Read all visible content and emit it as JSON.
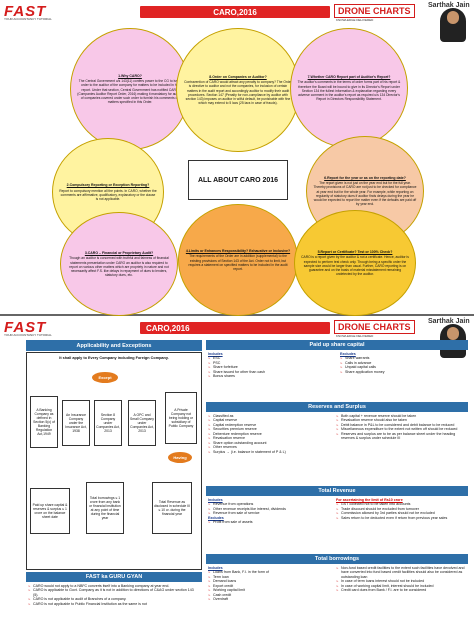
{
  "header": {
    "brand": "FAST",
    "brand_tagline": "YOUR ACCOUNTANCY TUTORIAL",
    "title_top": "CARO,2016",
    "title_bottom": "CARO,2016",
    "drone_logo": "DRONE CHARTS",
    "drone_tagline": "KNOWLEDGE DELIVERED",
    "author": "Sarthak Jain"
  },
  "mindmap": {
    "center": "ALL ABOUT CARO 2016",
    "c1": {
      "title": "1.Why CARO?",
      "body": "The Central Government u/s 143(11) confers power to the CG to issue order to the auditor of the company for matters to be included in his report. Under that section, Central Government has notified CARO (Companies Auditor Report Order, 2016) making it mandatory for auditor of companies covered under such order to furnish his comments on matters specified in this Order."
    },
    "c2": {
      "title": "2.Compulsory Reporting or Exception Reporting?",
      "body": "Report to compulsory mention all the points. In CARO, whether the comments are affirmative, qualificatory, explanatory or the clause is not applicable."
    },
    "c3": {
      "title": "3.CARO – Financial or Proprietary Audit?",
      "body": "Though an auditor is concerned with truthful and fairness of financial statements presentation under CARO an auditor is also required to report on various other matters which are propriety in nature and not necessarily affect F.S. like delays in repayment of dues to lenders, statutory dues, etc."
    },
    "c4": {
      "title": "4.Limits or Enhances Responsibility? Exhaustive or Inclusive?",
      "body": "The requirements of the Order are in addition (supplemental) to the existing provisions of Section 143 of the Act. Order not to limit, but requires a statement on specified matters to be included in the audit report."
    },
    "c5": {
      "title": "5.Report or Certificate? Test or 100% Check?",
      "body": "CARO is a report given by the auditor & not a certificate. Hence, auditor is expected to perform test check only. Though being a specific order the sample size would be larger than usual. Further, CARO reporting is on guarantee and on the basis of material misstatement remaining undetected by the auditor."
    },
    "c6": {
      "title": "6.Report for the year or as on the reporting date?",
      "body": "The report given is not just on the year end but for the full year. Thereby provisions of CARO are not just to be checked for compliance at year end but for the whole year. For example, while reporting on regularity of statutory dues if auditor finds delays during the year he would be expected to report the matter even if the defaults are paid off by year end."
    },
    "c7": {
      "title": "7.Whether CARO Report part of Auditor's Report?",
      "body": "The auditor's comments in the terms of order forms part of his report & therefore the Board will be bound to give in its Director's Report under Section 134 the fullest information & explanation regarding every adverse comment in the auditor's report as required u/s 134 Director's Report in Directors Responsibility Statement."
    },
    "c8": {
      "title": "8.Order on Companies or Auditor?",
      "body": "Contravention of CARO would attract any penalty to company? The Order is directive to auditor and not the companies, for inclusion of certain matters in the audit report and accordingly auditor to modify their audit procedures. Section 147 (Penalty for non-compliance by auditor with section 143) imposes on auditor in wilful default, be punishable with fine which may extend to 5 lacs (25 lacs in case of frauds)."
    }
  },
  "applicability": {
    "banner": "Applicability and Exceptions",
    "intro": "It shall apply to Every Company including Foreign Company.",
    "except_label": "Except",
    "boxes": [
      "A Banking Company as defined in Section 5(c) of Banking Regulation Act,1949",
      "An Insurance Company under the Insurance Act, 1938",
      "Section 8 Company under Companies Act, 2013",
      "A OPC and Small Company under Companies Act, 2013",
      "A Private Company not being holding or subsidiary of Public Company"
    ],
    "having_label": "Having",
    "conditions": [
      "Paid up share capital & reserves & surplus ≤ 1 crore on the balance sheet date",
      "Total borrowings ≤ 1 crore from any bank or financial institution at any point of time during the financial year",
      "Total Revenue as disclosed in schedule III ≤ 10 cr. during the financial year"
    ]
  },
  "guru_gyan": {
    "banner": "FAST ka GURU GYAN",
    "points": [
      "CARO would not apply to a NBFC converts itself into a Banking company at year end.",
      "CARO is applicable to Govt. Company as it is not in addition to directions of C&AG under section 143 (5).",
      "CARO is not applicable to audit of Branches of a company.",
      "CARO is not applicable to Public Financial Institution as the same is not"
    ]
  },
  "paid_up": {
    "banner": "Paid up share capital",
    "includes_label": "Includes",
    "includes": [
      "ESC",
      "PSC",
      "Share forfeiture",
      "Share issued for other than cash",
      "Bonus shares"
    ],
    "excludes_label": "Excludes",
    "excludes": [
      "Share warrants",
      "Calls in advance",
      "Unpaid capital calls",
      "Share application money"
    ]
  },
  "reserves": {
    "banner": "Reserves and Surplus",
    "left": [
      "Classified as",
      "Capital reserve",
      "Capital redemption reserve",
      "Securities premium reserve",
      "Debenture redemption reserve",
      "Revaluation reserve",
      "Share option outstanding account",
      "Other reserves",
      "Surplus → (i.e. balance in statement of P & L)"
    ],
    "right": [
      "Both capital + revenue reserve should be taken",
      "Revaluation reserve should also be taken",
      "Debit balance in P&L to be considered and debit balance to be reduced",
      "Miscellaneous expenditure to the extent not written off should be reduced",
      "Reserves and surplus are to be as per balance sheet under the heading reserves & surplus under schedule III"
    ]
  },
  "revenue": {
    "banner": "Total Revenue",
    "includes_label": "Includes",
    "includes": [
      "Revenue from operations",
      "Other revenue receipts like interest, dividends",
      "Revenue from sale of service"
    ],
    "excludes_label": "Excludes",
    "excludes": [
      "Profit from sale of assets"
    ],
    "right_title": "For ascertaining the limit of Rs10 crore",
    "right": [
      "GST collected not to be taken into accounts",
      "Trade discount should be excluded from turnover",
      "Commission allowed by 3rd parties should not be excluded",
      "Sales return to be deducted even if return from previous year sales"
    ]
  },
  "borrowings": {
    "banner": "Total borrowings",
    "includes_label": "Includes",
    "includes": [
      "Loans from Bank, F.I. in the form of",
      "Term loan",
      "Demand loans",
      "Export credit",
      "Working capital limit",
      "Cash credit",
      "Overdraft"
    ],
    "right": [
      "Non-fund based credit facilities to the extent such facilities have devolved and have converted into fund based credit facilities should also be considered as outstanding loan",
      "In case of term loans interest should not be included",
      "In case of working capital limit, interest should be included",
      "Credit card dues from Bank / F.I. are to be considered"
    ]
  },
  "colors": {
    "accent": "#e02424",
    "banner": "#2e6fa8",
    "border": "#c5a100"
  }
}
